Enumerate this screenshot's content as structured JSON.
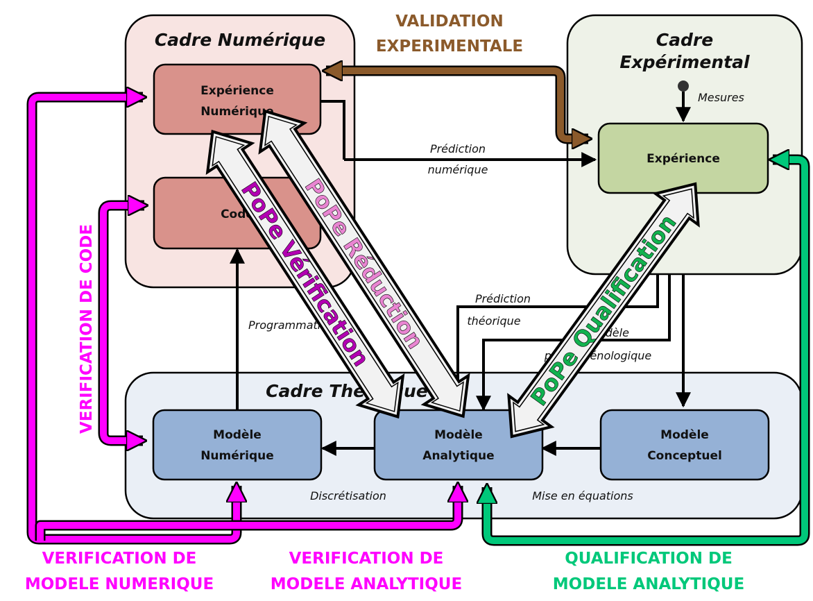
{
  "frames": {
    "numerique": {
      "title": "Cadre Numérique"
    },
    "experimental": {
      "title_line1": "Cadre",
      "title_line2": "Expérimental"
    },
    "theorique": {
      "title": "Cadre Théorique"
    }
  },
  "boxes": {
    "experience_numerique": {
      "line1": "Expérience",
      "line2": "Numérique"
    },
    "code": {
      "line1": "Code"
    },
    "experience": {
      "line1": "Expérience"
    },
    "modele_numerique": {
      "line1": "Modèle",
      "line2": "Numérique"
    },
    "modele_analytique": {
      "line1": "Modèle",
      "line2": "Analytique"
    },
    "modele_conceptuel": {
      "line1": "Modèle",
      "line2": "Conceptuel"
    }
  },
  "edges": {
    "mesures": "Mesures",
    "prediction_numerique_1": "Prédiction",
    "prediction_numerique_2": "numérique",
    "prediction_theorique_1": "Prédiction",
    "prediction_theorique_2": "théorique",
    "programmation": "Programmation",
    "phenomenologique_1": "Modèle",
    "phenomenologique_2": "phénoménologique",
    "discretisation": "Discrétisation",
    "mise_en_equations": "Mise en équations"
  },
  "labels": {
    "validation_1": "VALIDATION",
    "validation_2": "EXPERIMENTALE",
    "verification_code": "VERIFICATION DE CODE",
    "verif_num_1": "VERIFICATION DE",
    "verif_num_2": "MODELE NUMERIQUE",
    "verif_ana_1": "VERIFICATION DE",
    "verif_ana_2": "MODELE ANALYTIQUE",
    "qualif_1": "QUALIFICATION DE",
    "qualif_2": "MODELE ANALYTIQUE"
  },
  "pope": {
    "verification": "PoPe Vérification",
    "reduction": "PoPe Réduction",
    "qualification": "PoPe Qualification"
  },
  "colors": {
    "magenta": "#ff00ff",
    "brown": "#8b5a2b",
    "green": "#00c87a",
    "pink": "#e985d2",
    "purple": "#b300b3",
    "green_dark": "#12b24f"
  }
}
